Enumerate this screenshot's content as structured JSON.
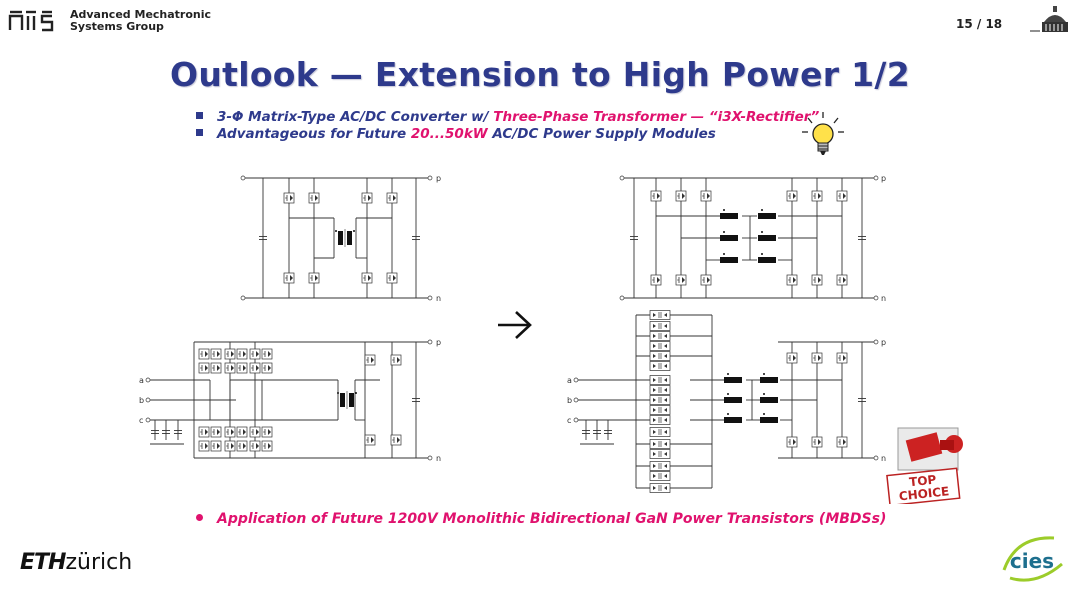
{
  "header": {
    "group_line1": "Advanced Mechatronic",
    "group_line2": "Systems Group",
    "page_number": "15 / 18"
  },
  "title": "Outlook — Extension to High Power 1/2",
  "bullets": [
    {
      "pre": "3-Φ Matrix-Type AC/DC Converter w/ ",
      "highlight": "Three-Phase Transformer — “i3X-Rectifier”",
      "post": ""
    },
    {
      "pre": "Advantageous for Future ",
      "highlight": "20...50kW",
      "post": " AC/DC Power Supply Modules"
    }
  ],
  "bottom_bullet": "Application of Future 1200V Monolithic Bidirectional GaN Power Transistors (MBDSs)",
  "terminals": {
    "p": "p",
    "n": "n",
    "a": "a",
    "b": "b",
    "c": "c"
  },
  "stamp": {
    "line1": "TOP",
    "line2": "CHOICE"
  },
  "footer": {
    "eth_bold": "ETH",
    "eth_rest": "zürich",
    "cies": "cies"
  },
  "colors": {
    "title": "#2e3a8c",
    "accent": "#e0126e"
  },
  "icons": [
    "ams-logo",
    "dome-icon",
    "lightbulb-icon",
    "arrow-right-icon",
    "top-choice-stamp",
    "cies-logo"
  ]
}
